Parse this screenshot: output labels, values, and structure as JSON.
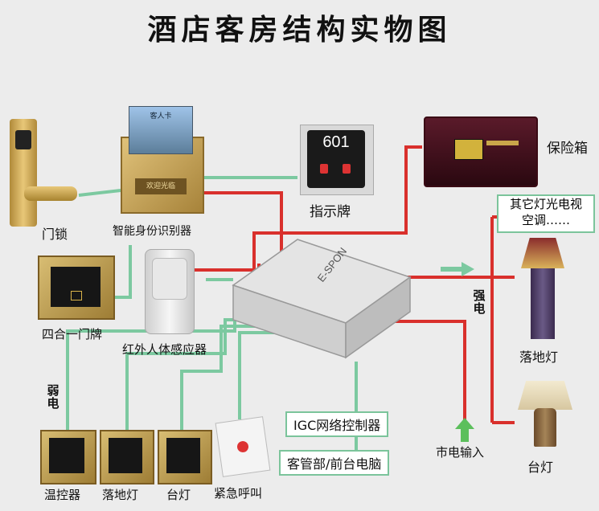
{
  "title": "酒店客房结构实物图",
  "labels": {
    "door_lock": "门锁",
    "card_reader": "智能身份识别器",
    "card_text": "客人卡",
    "card_slot_text": "欢迎光临",
    "indicator": "指示牌",
    "indicator_number": "601",
    "safe": "保险箱",
    "other_devices_line1": "其它灯光电视",
    "other_devices_line2": "空调……",
    "strong_power": "强电",
    "weak_power": "弱电",
    "four_in_one": "四合一门牌",
    "infrared_sensor": "红外人体感应器",
    "controller_brand": "E-SPON",
    "floor_lamp_right": "落地灯",
    "igc": "IGC网络控制器",
    "housekeeping": "客管部/前台电脑",
    "mains_input": "市电输入",
    "table_lamp_right": "台灯",
    "thermostat": "温控器",
    "floor_lamp_switch": "落地灯",
    "table_lamp_switch": "台灯",
    "emergency_call": "紧急呼叫"
  },
  "colors": {
    "strong_line": "#d9302c",
    "weak_line": "#7cc9a0",
    "background": "#ececec"
  }
}
